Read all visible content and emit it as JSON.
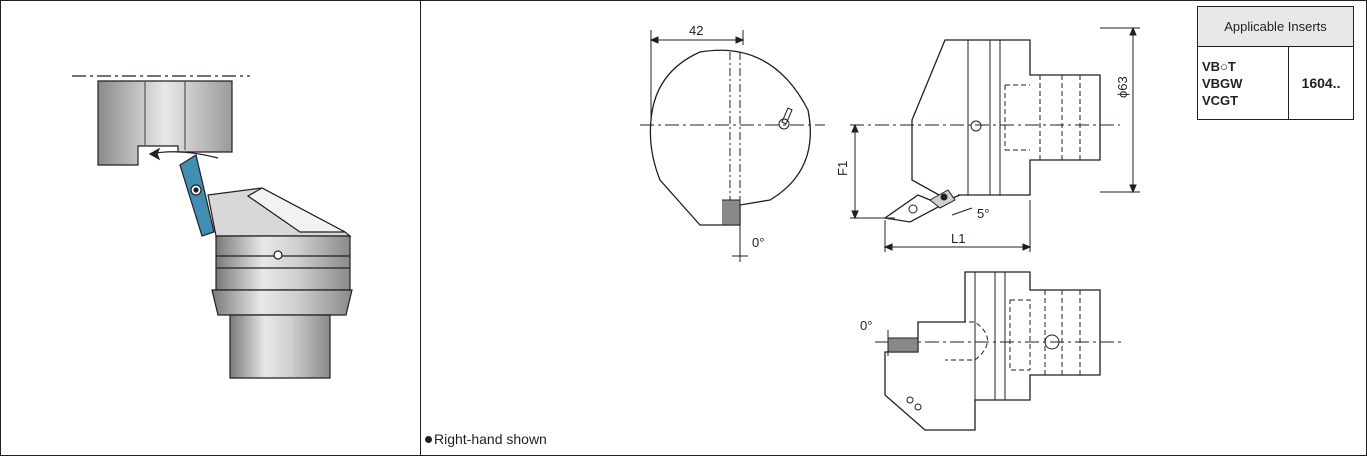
{
  "insert_table": {
    "header": "Applicable Inserts",
    "codes": [
      "VB○T",
      "VBGW",
      "VCGT"
    ],
    "size": "1604.."
  },
  "dimensions": {
    "width_42": "42",
    "diameter": "ϕ63",
    "f1": "F1",
    "l1": "L1",
    "angle_front": "0°",
    "angle_side": "5°",
    "angle_bottom": "0°"
  },
  "note": "Right-hand shown",
  "colors": {
    "insert": "#3f8fb4",
    "body_light": "#e0e0e0",
    "body_dark": "#9a9a9a",
    "line": "#231f20"
  }
}
